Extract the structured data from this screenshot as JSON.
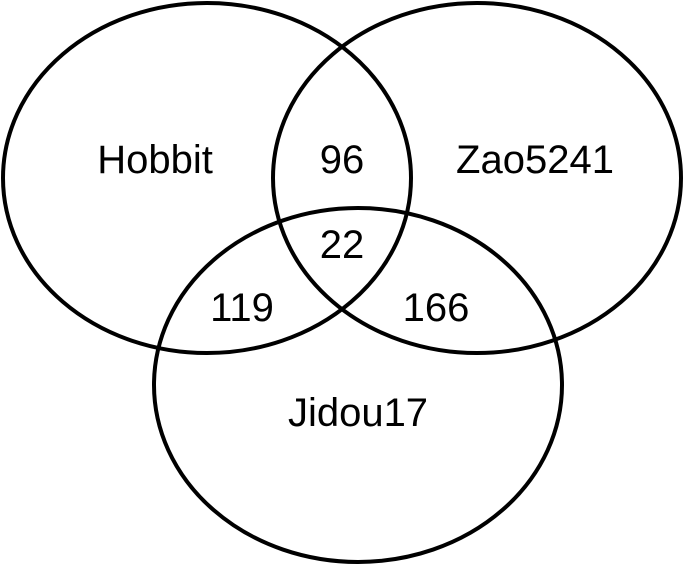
{
  "colors": {
    "background": "#ffffff",
    "stroke": "#000000",
    "text": "#000000"
  },
  "sets": {
    "hobbit": "Hobbit",
    "zao5241": "Zao5241",
    "jidou17": "Jidou17"
  },
  "intersections": {
    "hobbit_zao5241_only": "96",
    "all_three": "22",
    "hobbit_jidou17_only": "119",
    "zao5241_jidou17_only": "166"
  }
}
